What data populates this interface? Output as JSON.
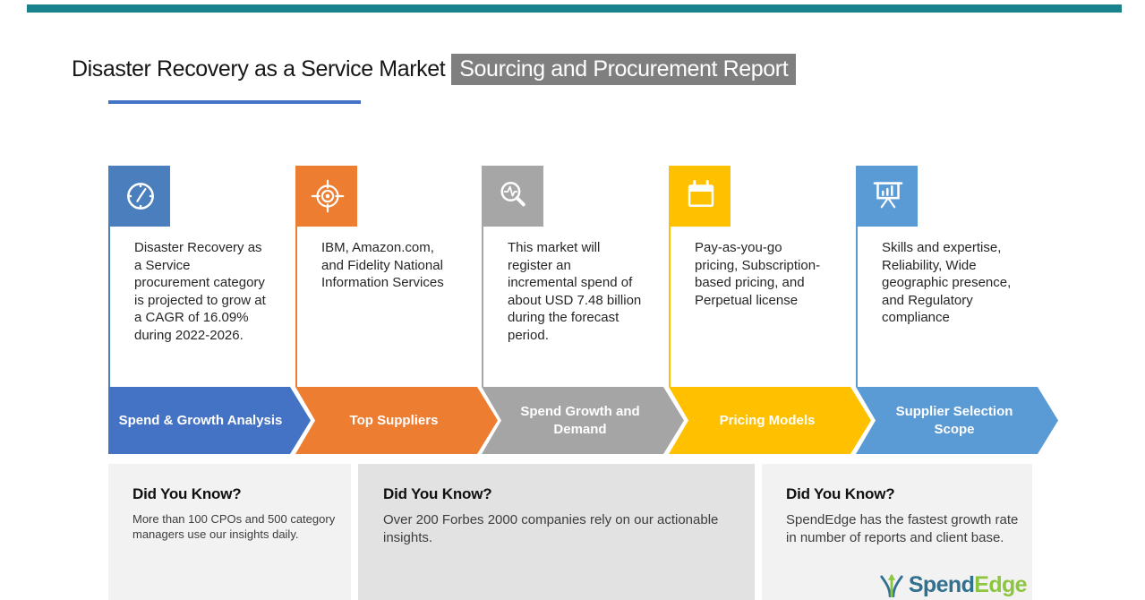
{
  "accents": {
    "top_bar": "#19828C",
    "underline": "#4472C4",
    "title_highlight_bg": "#7F7F7F"
  },
  "header": {
    "title_black": "Disaster Recovery as a Service Market",
    "title_highlight": "Sourcing and Procurement Report"
  },
  "columns": [
    {
      "icon": "clock-icon",
      "color": "#4A7EBD",
      "text": "Disaster Recovery as a Service procurement category is projected to grow at a CAGR of 16.09% during 2022-2026."
    },
    {
      "icon": "target-icon",
      "color": "#ED7D31",
      "text": "IBM, Amazon.com, and Fidelity National Information Services"
    },
    {
      "icon": "search-pulse-icon",
      "color": "#A6A6A6",
      "text": "This market will register an incremental spend of about USD 7.48 billion during the forecast period."
    },
    {
      "icon": "calendar-icon",
      "color": "#FFC000",
      "text": "Pay-as-you-go pricing, Subscription-based pricing, and Perpetual license"
    },
    {
      "icon": "presentation-chart-icon",
      "color": "#5B9BD5",
      "text": "Skills and expertise, Reliability, Wide geographic presence, and Regulatory compliance"
    }
  ],
  "arrows": [
    {
      "label": "Spend & Growth Analysis",
      "color": "#4472C4"
    },
    {
      "label": "Top Suppliers",
      "color": "#ED7D31"
    },
    {
      "label": "Spend Growth and Demand",
      "color": "#A5A5A5"
    },
    {
      "label": "Pricing Models",
      "color": "#FFC000"
    },
    {
      "label": "Supplier Selection Scope",
      "color": "#5B9BD5"
    }
  ],
  "did_you_know": [
    {
      "heading": "Did You Know?",
      "body": "More than 100 CPOs and 500 category managers use our insights daily.",
      "bg": "#F2F2F2"
    },
    {
      "heading": "Did You Know?",
      "body": "Over 200 Forbes 2000 companies rely on our actionable insights.",
      "bg": "#E2E2E2"
    },
    {
      "heading": "Did You Know?",
      "body": "SpendEdge has the fastest growth rate in number of reports and client base.",
      "bg": "#F2F2F2"
    }
  ],
  "logo": {
    "part1": "Spend",
    "part2": "Edge",
    "part1_color": "#31708F",
    "part2_color": "#8CC63F",
    "icon": "spendedge-branch-icon"
  }
}
